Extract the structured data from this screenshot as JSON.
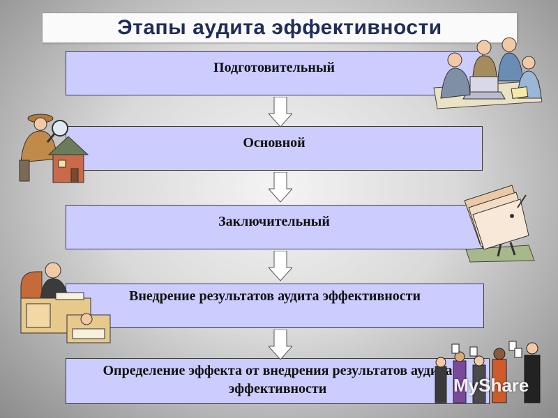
{
  "title": "Этапы аудита эффективности",
  "stages": [
    {
      "label": "Подготовительный"
    },
    {
      "label": "Основной"
    },
    {
      "label": "Заключительный"
    },
    {
      "label": "Внедрение результатов аудита эффективности"
    },
    {
      "label": "Определение эффекта от внедрения результатов аудита эффективности"
    }
  ],
  "watermark": "MyShare",
  "colors": {
    "stage_fill": "#ccccff",
    "title_text": "#1f2d5a",
    "arrow_fill": "#ffffff"
  }
}
